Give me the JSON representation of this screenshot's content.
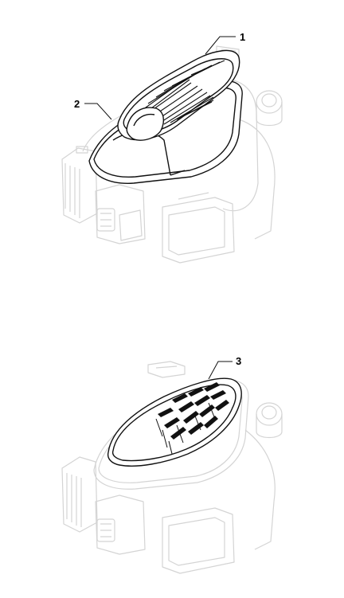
{
  "callouts": [
    {
      "id": "1",
      "label": "1"
    },
    {
      "id": "2",
      "label": "2"
    },
    {
      "id": "3",
      "label": "3"
    }
  ],
  "colors": {
    "ghost": "#d6d6d6",
    "ink": "#111111",
    "background": "#ffffff"
  }
}
